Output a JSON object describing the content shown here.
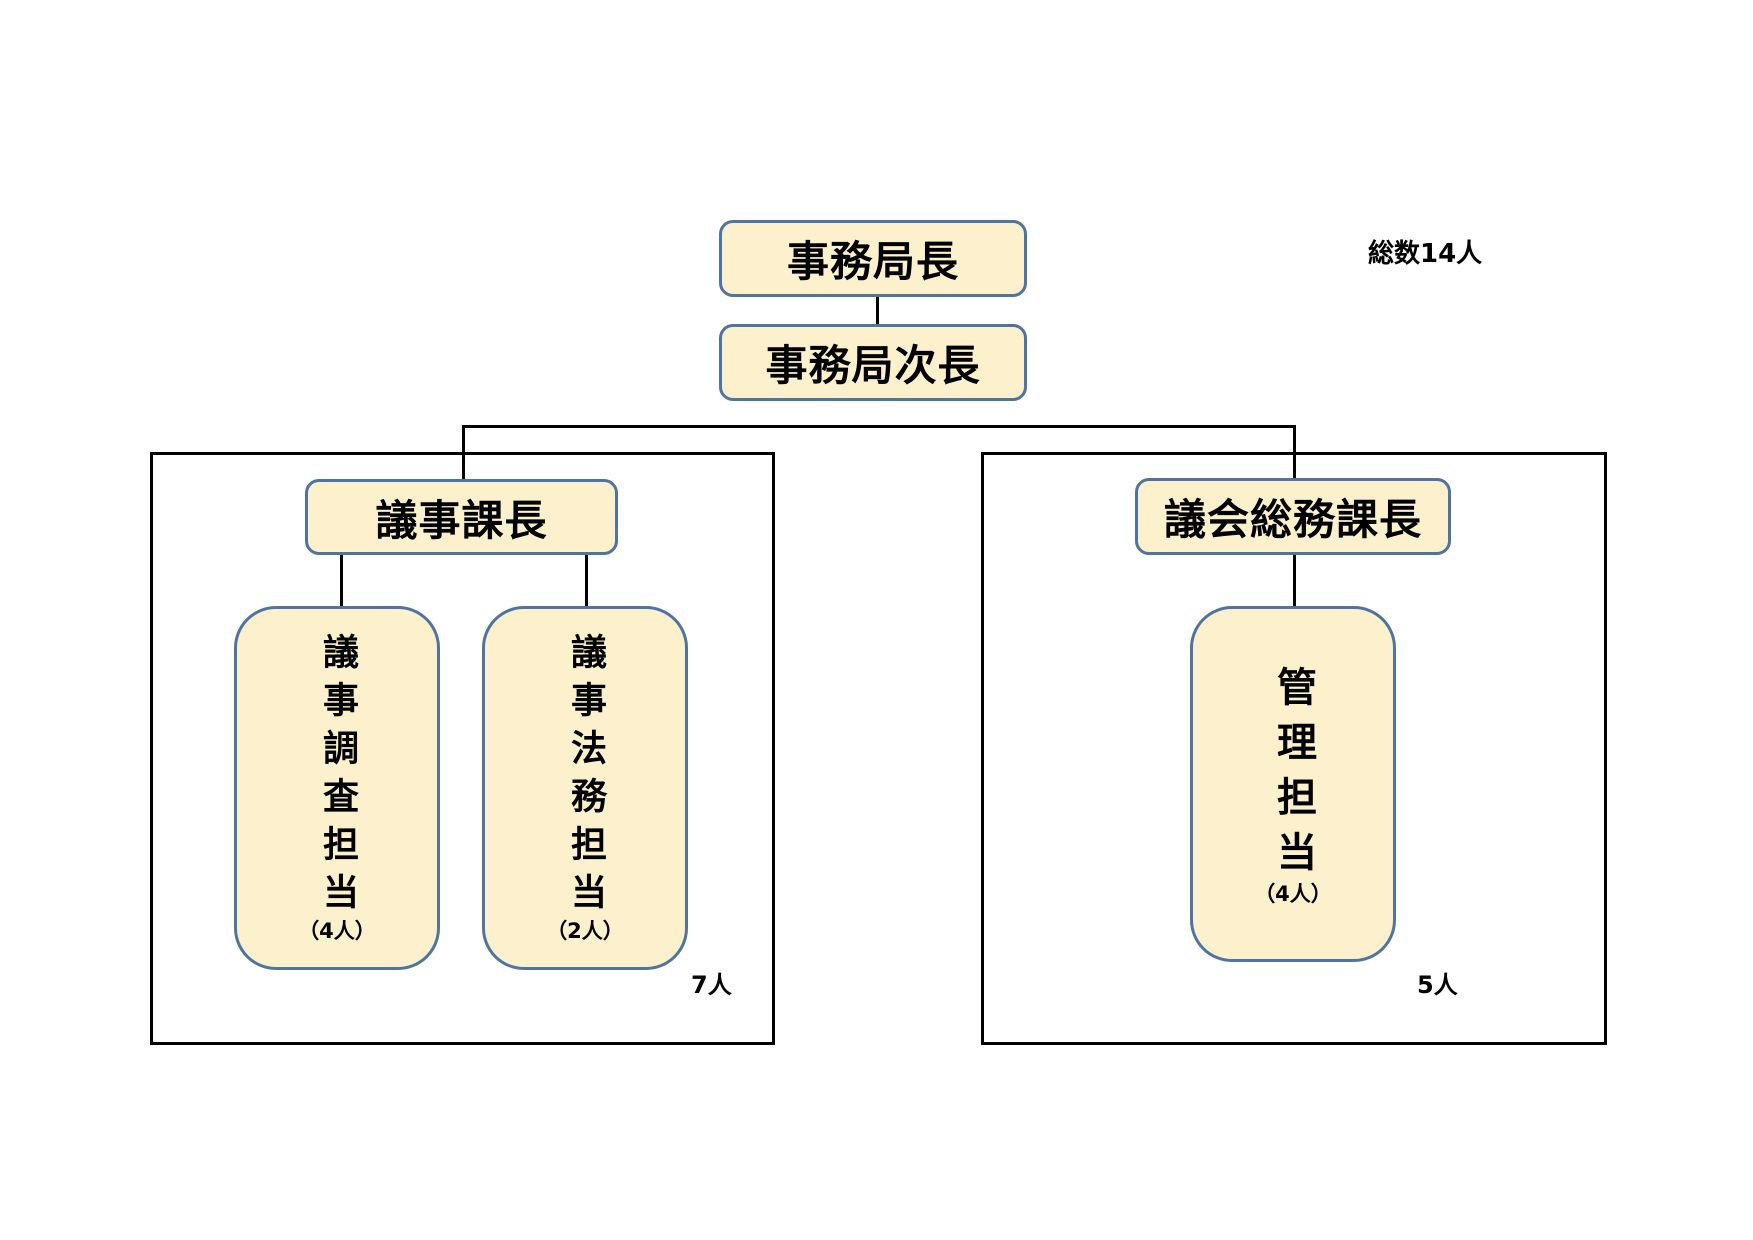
{
  "total_label": "総数14人",
  "director": "事務局長",
  "deputy_director": "事務局次長",
  "left_group": {
    "chief": "議事課長",
    "group_count": "7人",
    "teams": [
      {
        "name": "議事調査担当",
        "count": "（4人）"
      },
      {
        "name": "議事法務担当",
        "count": "（2人）"
      }
    ]
  },
  "right_group": {
    "chief": "議会総務課長",
    "group_count": "5人",
    "teams": [
      {
        "name": "管理担当",
        "count": "（4人）"
      }
    ]
  }
}
